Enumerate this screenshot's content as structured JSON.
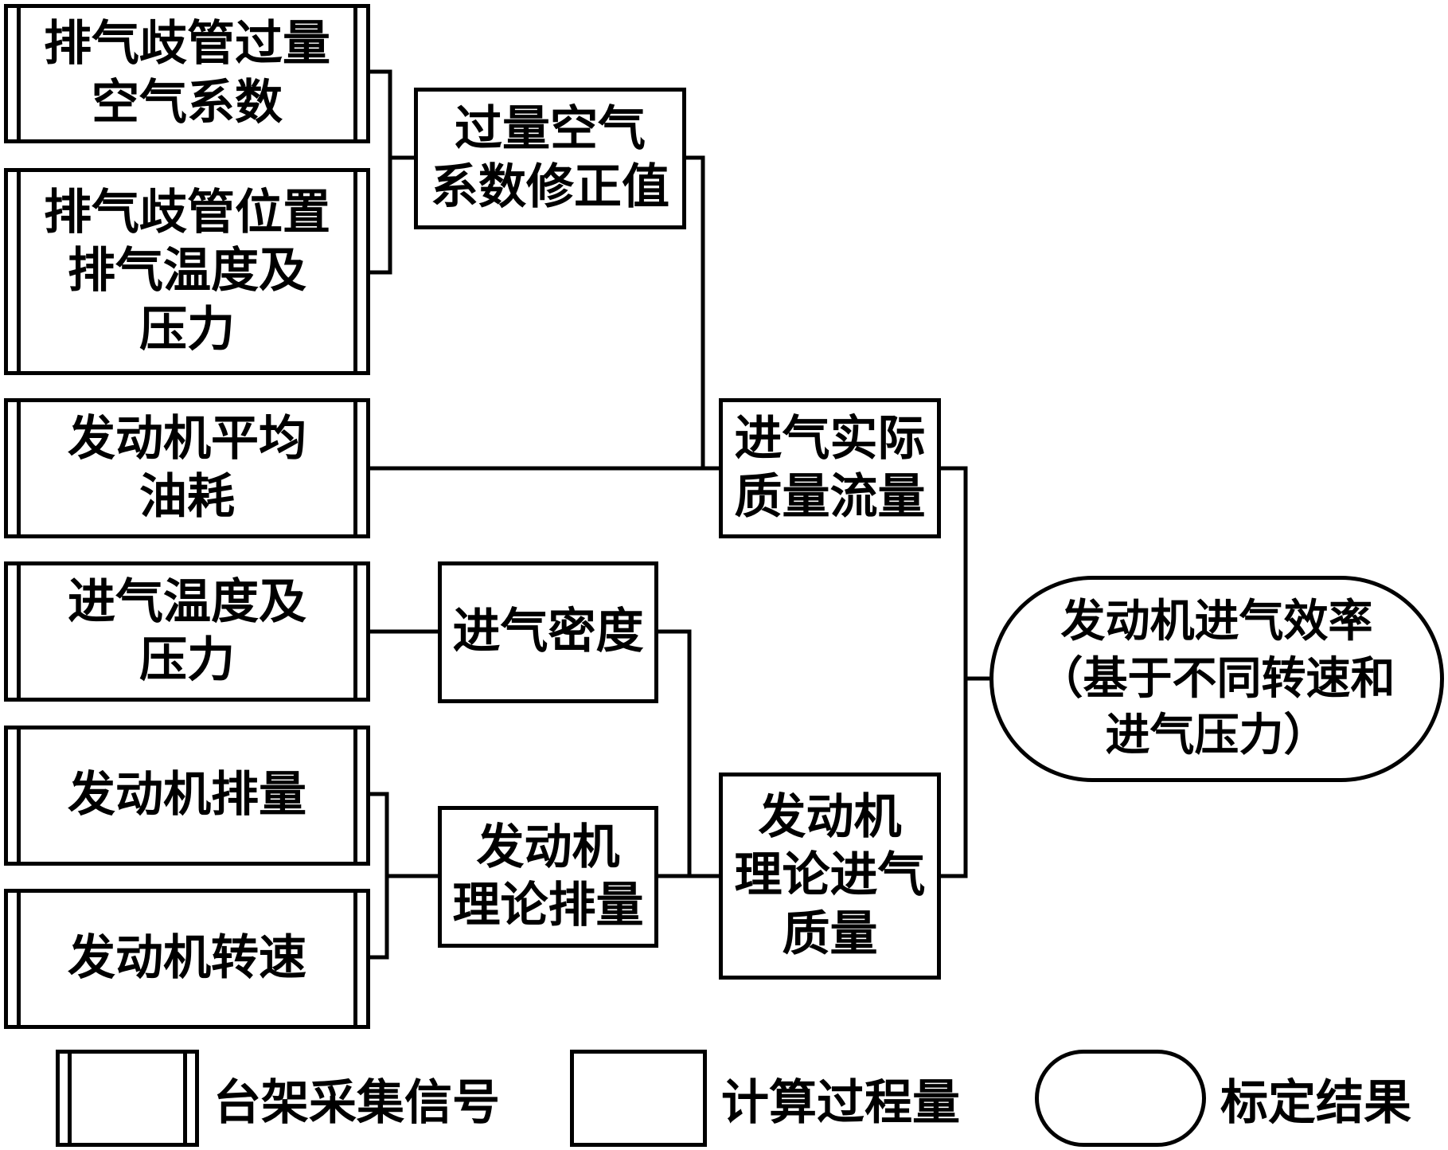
{
  "nodes": {
    "exhaust_excess_air": "排气歧管过量\n空气系数",
    "exhaust_temp_pressure": "排气歧管位置\n排气温度及\n压力",
    "avg_fuel": "发动机平均\n油耗",
    "intake_temp_pressure": "进气温度及\n压力",
    "displacement": "发动机排量",
    "engine_speed": "发动机转速",
    "excess_air_corrected": "过量空气\n系数修正值",
    "intake_density": "进气密度",
    "theoretical_displacement": "发动机\n理论排量",
    "actual_mass_flow": "进气实际\n质量流量",
    "theoretical_intake_mass": "发动机\n理论进气\n质量",
    "result": "发动机进气效率\n（基于不同转速和\n进气压力）"
  },
  "legend": {
    "signal": "台架采集信号",
    "process": "计算过程量",
    "result": "标定结果"
  }
}
